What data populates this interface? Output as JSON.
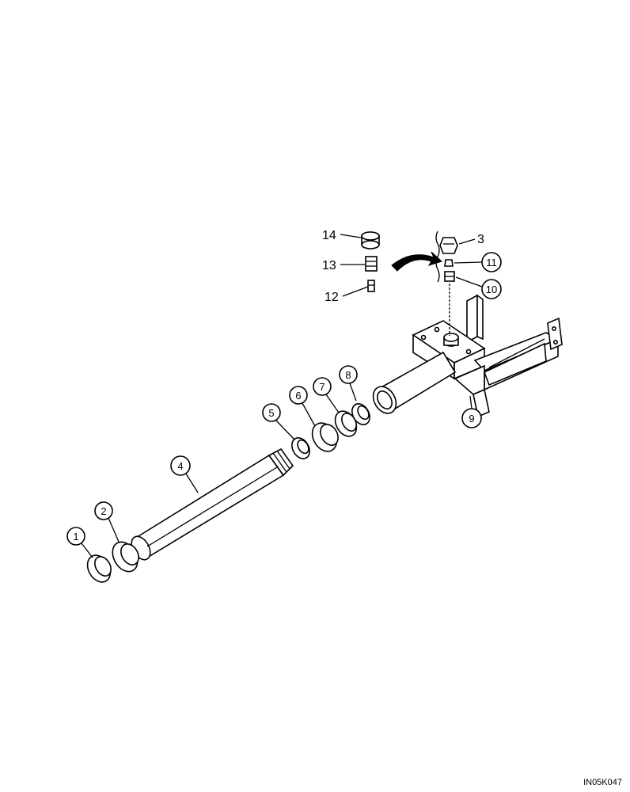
{
  "callouts": {
    "c1": "1",
    "c2": "2",
    "c3": "3",
    "c4": "4",
    "c5": "5",
    "c6": "6",
    "c7": "7",
    "c8": "8",
    "c9": "9",
    "c10": "10",
    "c11": "11",
    "c12": "12",
    "c13": "13",
    "c14": "14"
  },
  "image_code": "IN05K047"
}
